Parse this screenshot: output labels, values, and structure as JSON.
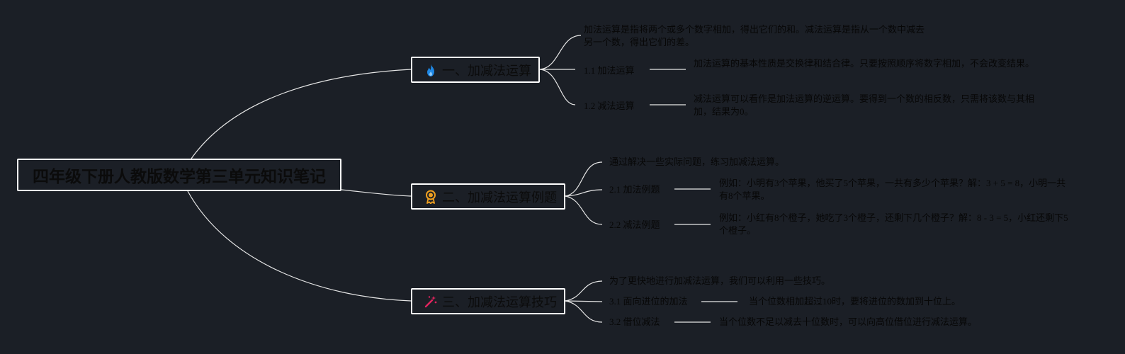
{
  "root": {
    "title": "四年级下册人教版数学第三单元知识笔记"
  },
  "branches": [
    {
      "label": "一、加减法运算",
      "icon": "flame-icon",
      "icon_color": "#1e88e5",
      "intro": "加法运算是指将两个或多个数字相加，得出它们的和。减法运算是指从一个数中减去另一个数，得出它们的差。",
      "subs": [
        {
          "label": "1.1 加法运算",
          "detail": "加法运算的基本性质是交换律和结合律。只要按照顺序将数字相加，不会改变结果。"
        },
        {
          "label": "1.2 减法运算",
          "detail": "减法运算可以看作是加法运算的逆运算。要得到一个数的相反数，只需将该数与其相加，结果为0。"
        }
      ]
    },
    {
      "label": "二、加减法运算例题",
      "icon": "award-icon",
      "icon_color": "#f0a020",
      "intro": "通过解决一些实际问题，练习加减法运算。",
      "subs": [
        {
          "label": "2.1 加法例题",
          "detail": "例如：小明有3个苹果，他买了5个苹果，一共有多少个苹果？解：3 + 5 = 8，小明一共有8个苹果。"
        },
        {
          "label": "2.2 减法例题",
          "detail": "例如：小红有8个橙子，她吃了3个橙子，还剩下几个橙子？解：8 - 3 = 5，小红还剩下5个橙子。"
        }
      ]
    },
    {
      "label": "三、加减法运算技巧",
      "icon": "magic-wand-icon",
      "icon_color": "#e0245e",
      "intro": "为了更快地进行加减法运算，我们可以利用一些技巧。",
      "subs": [
        {
          "label": "3.1 面向进位的加法",
          "detail": "当个位数相加超过10时，要将进位的数加到十位上。"
        },
        {
          "label": "3.2 借位减法",
          "detail": "当个位数不足以减去十位数时，可以向高位借位进行减法运算。"
        }
      ]
    }
  ]
}
